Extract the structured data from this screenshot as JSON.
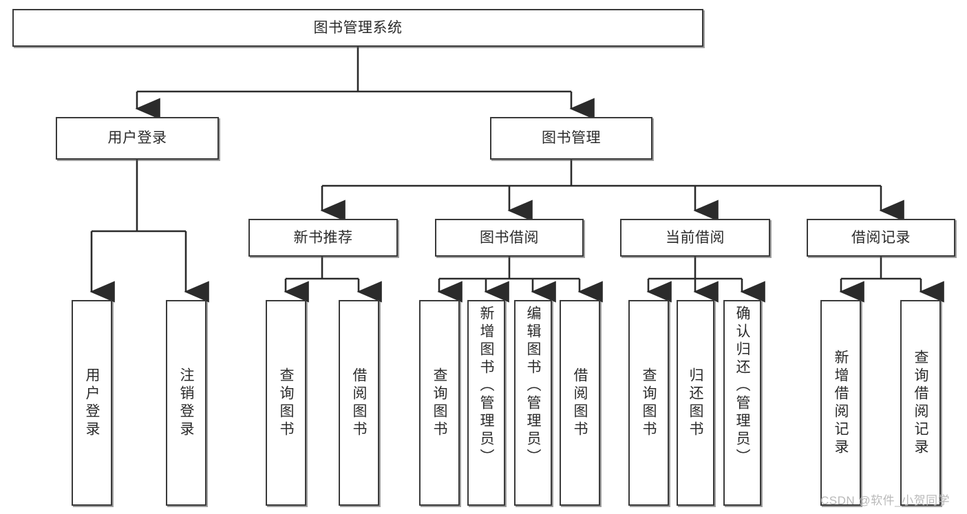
{
  "diagram": {
    "title": "图书管理系统",
    "type": "hierarchy-tree",
    "watermark": "CSDN @软件_小贺同学",
    "colors": {
      "box_border": "#3a3a3a",
      "box_fill": "#ffffff",
      "connector": "#2b2b2b",
      "text": "#2b2b2b",
      "watermark": "#b9b9b9"
    },
    "levels": {
      "root": {
        "label": "图书管理系统"
      },
      "level2": [
        {
          "id": "user-login",
          "label": "用户登录"
        },
        {
          "id": "book-manage",
          "label": "图书管理"
        }
      ],
      "level3": [
        {
          "id": "new-book-recommend",
          "label": "新书推荐"
        },
        {
          "id": "book-borrow",
          "label": "图书借阅"
        },
        {
          "id": "current-borrow",
          "label": "当前借阅"
        },
        {
          "id": "borrow-record",
          "label": "借阅记录"
        }
      ],
      "leaves": {
        "user_login": [
          {
            "id": "leaf-user-login",
            "label": "用户登录"
          },
          {
            "id": "leaf-logout-login",
            "label": "注销登录"
          }
        ],
        "new_book_recommend": [
          {
            "id": "leaf-query-book-1",
            "label": "查询图书"
          },
          {
            "id": "leaf-borrow-book-1",
            "label": "借阅图书"
          }
        ],
        "book_borrow": [
          {
            "id": "leaf-query-book-2",
            "label": "查询图书"
          },
          {
            "id": "leaf-add-book-admin",
            "label": "新增图书（管理员）"
          },
          {
            "id": "leaf-edit-book-admin",
            "label": "编辑图书（管理员）"
          },
          {
            "id": "leaf-borrow-book-2",
            "label": "借阅图书"
          }
        ],
        "current_borrow": [
          {
            "id": "leaf-query-book-3",
            "label": "查询图书"
          },
          {
            "id": "leaf-return-book",
            "label": "归还图书"
          },
          {
            "id": "leaf-confirm-return-admin",
            "label": "确认归还（管理员）"
          }
        ],
        "borrow_record": [
          {
            "id": "leaf-add-borrow-record",
            "label": "新增借阅记录"
          },
          {
            "id": "leaf-query-borrow-record",
            "label": "查询借阅记录"
          }
        ]
      }
    }
  }
}
